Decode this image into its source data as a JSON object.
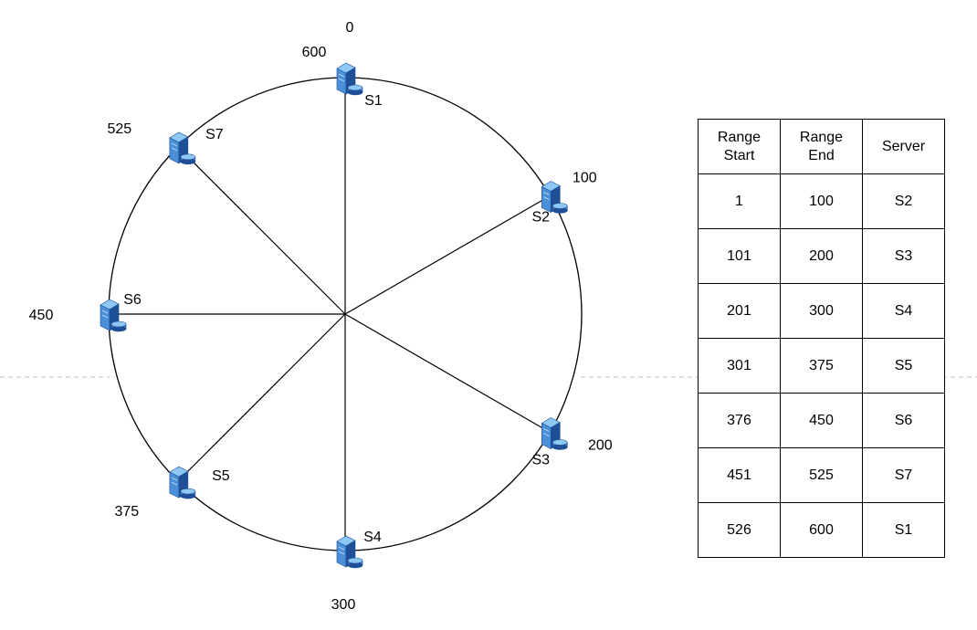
{
  "ring": {
    "top_value": "0",
    "nodes": [
      {
        "server": "S1",
        "value": "600",
        "angle_deg": 0
      },
      {
        "server": "S2",
        "value": "100",
        "angle_deg": 60
      },
      {
        "server": "S3",
        "value": "200",
        "angle_deg": 120
      },
      {
        "server": "S4",
        "value": "300",
        "angle_deg": 180
      },
      {
        "server": "S5",
        "value": "375",
        "angle_deg": 225
      },
      {
        "server": "S6",
        "value": "450",
        "angle_deg": 270
      },
      {
        "server": "S7",
        "value": "525",
        "angle_deg": 315
      }
    ]
  },
  "table": {
    "headers": [
      [
        "Range",
        "Start"
      ],
      [
        "Range",
        "End"
      ],
      [
        "Server"
      ]
    ],
    "rows": [
      [
        "1",
        "100",
        "S2"
      ],
      [
        "101",
        "200",
        "S3"
      ],
      [
        "201",
        "300",
        "S4"
      ],
      [
        "301",
        "375",
        "S5"
      ],
      [
        "376",
        "450",
        "S6"
      ],
      [
        "451",
        "525",
        "S7"
      ],
      [
        "526",
        "600",
        "S1"
      ]
    ]
  },
  "colors": {
    "line": "#000000",
    "divider": "#bfbfbf",
    "server_light": "#8ec8f5",
    "server_mid": "#4a90d9",
    "server_dark": "#1f4f96"
  }
}
